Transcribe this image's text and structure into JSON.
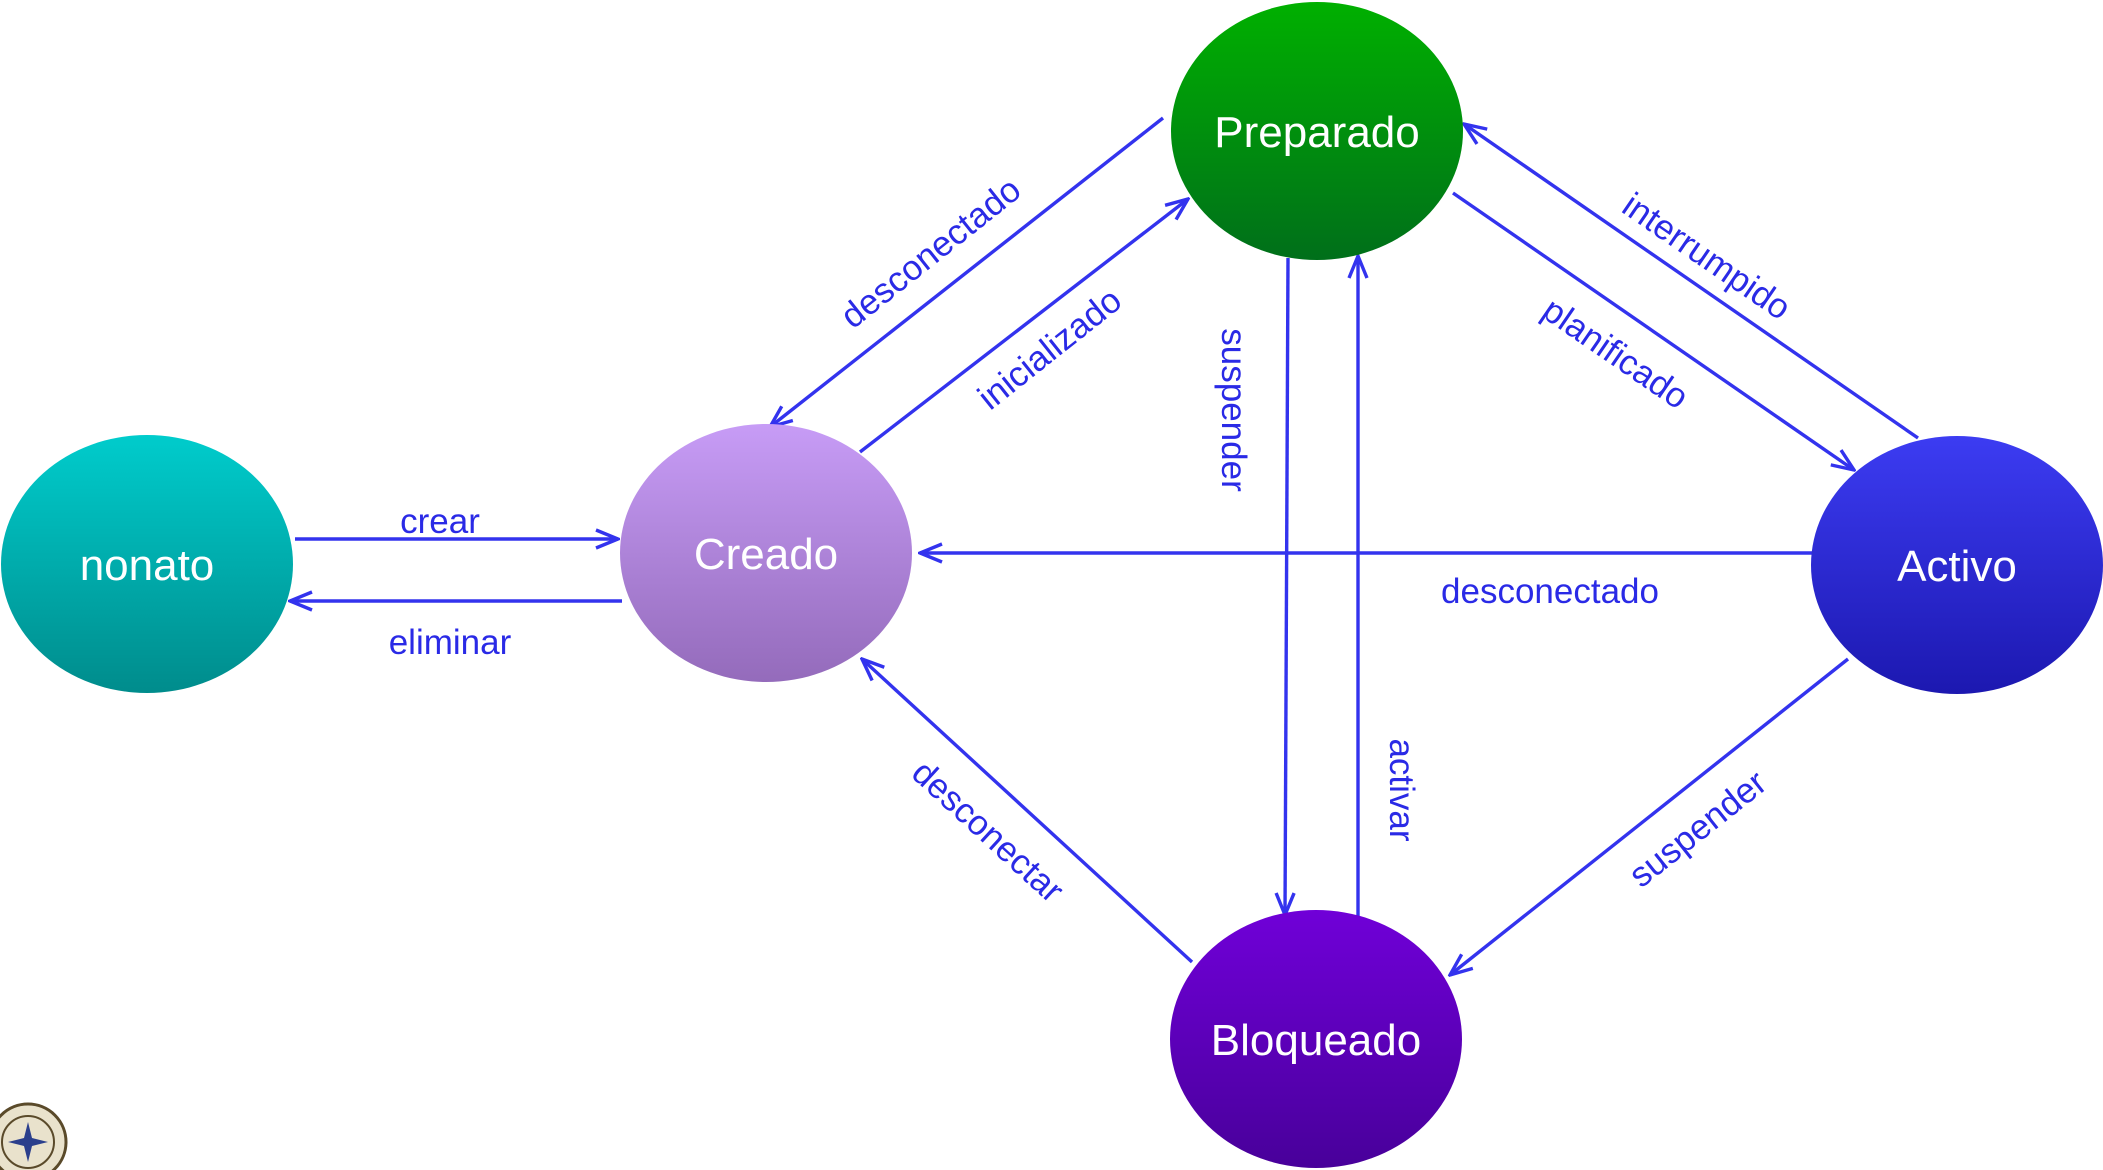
{
  "states": {
    "nonato": "nonato",
    "creado": "Creado",
    "preparado": "Preparado",
    "activo": "Activo",
    "bloqueado": "Bloqueado"
  },
  "transitions": {
    "crear": "crear",
    "eliminar": "eliminar",
    "desconectado_preparado_creado": "desconectado",
    "inicializado": "inicializado",
    "interrumpido": "interrumpido",
    "planificado": "planificado",
    "suspender_preparado_bloqueado": "suspender",
    "activar": "activar",
    "desconectado_activo_creado": "desconectado",
    "desconectar": "desconectar",
    "suspender_activo_bloqueado": "suspender"
  },
  "colors": {
    "edge": "#3333ee",
    "nonato": [
      "#00cccc",
      "#008c8c"
    ],
    "creado": [
      "#c79cf6",
      "#946bbb"
    ],
    "preparado": [
      "#00b000",
      "#006f1a"
    ],
    "activo": [
      "#3c3cf2",
      "#1c18b0"
    ],
    "bloqueado": [
      "#7000d8",
      "#48009a"
    ]
  }
}
